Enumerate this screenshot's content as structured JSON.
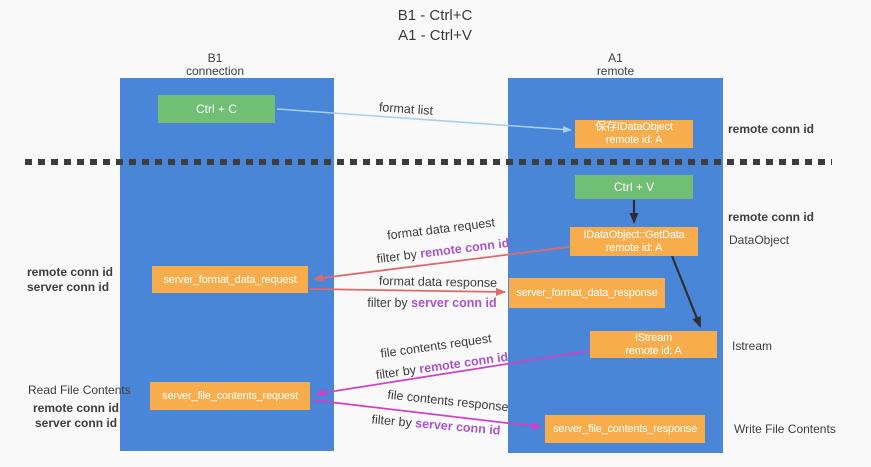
{
  "title": {
    "line1": "B1 - Ctrl+C",
    "line2": "A1 - Ctrl+V"
  },
  "colors": {
    "bg": "#f9f9f9",
    "column-blue": "#4a86d8",
    "box-green": "#71bf74",
    "box-orange": "#f8ad4c",
    "arrow-blue": "#a8cff0",
    "arrow-black": "#2f2f2f",
    "arrow-salmon": "#e0696b",
    "arrow-magenta": "#cf42c6",
    "text-purple": "#a855c8",
    "text-green": "#53b868",
    "text-dark": "#3d3d3d",
    "dash": "#3d3d3d"
  },
  "lanes": {
    "left": {
      "name": "B1",
      "subtitle": "connection"
    },
    "right": {
      "name": "A1",
      "subtitle": "remote"
    }
  },
  "nodes": {
    "ctrl_c": {
      "label": "Ctrl + C"
    },
    "save_dataobject": {
      "line1": "保存IDataObject",
      "line2": "remote id: A"
    },
    "ctrl_v": {
      "label": "Ctrl + V"
    },
    "getdata": {
      "line1": "IDataObject::GetData",
      "line2": "remote id: A"
    },
    "format_request": {
      "label": "server_format_data_request"
    },
    "format_response": {
      "label": "server_format_data_response"
    },
    "istream": {
      "line1": "IStream",
      "line2": "remote id: A"
    },
    "file_request": {
      "label": "server_file_contents_request"
    },
    "file_response": {
      "label": "server_file_contents_response"
    }
  },
  "arrow_labels": {
    "format_list": "format list",
    "format_data_request": "format data request",
    "format_data_response": "format data response",
    "file_contents_request": "file contents request",
    "file_contents_response": "file contents response",
    "filter_by": "filter by",
    "remote_conn_id": "remote conn id",
    "server_conn_id": "server conn id"
  },
  "annotations": {
    "remote_conn_id": "remote conn id",
    "server_conn_id": "server conn id",
    "dataobject": "DataObject",
    "istream": "Istream",
    "read_file_contents": "Read File Contents",
    "write_file_contents": "Write File Contents"
  }
}
